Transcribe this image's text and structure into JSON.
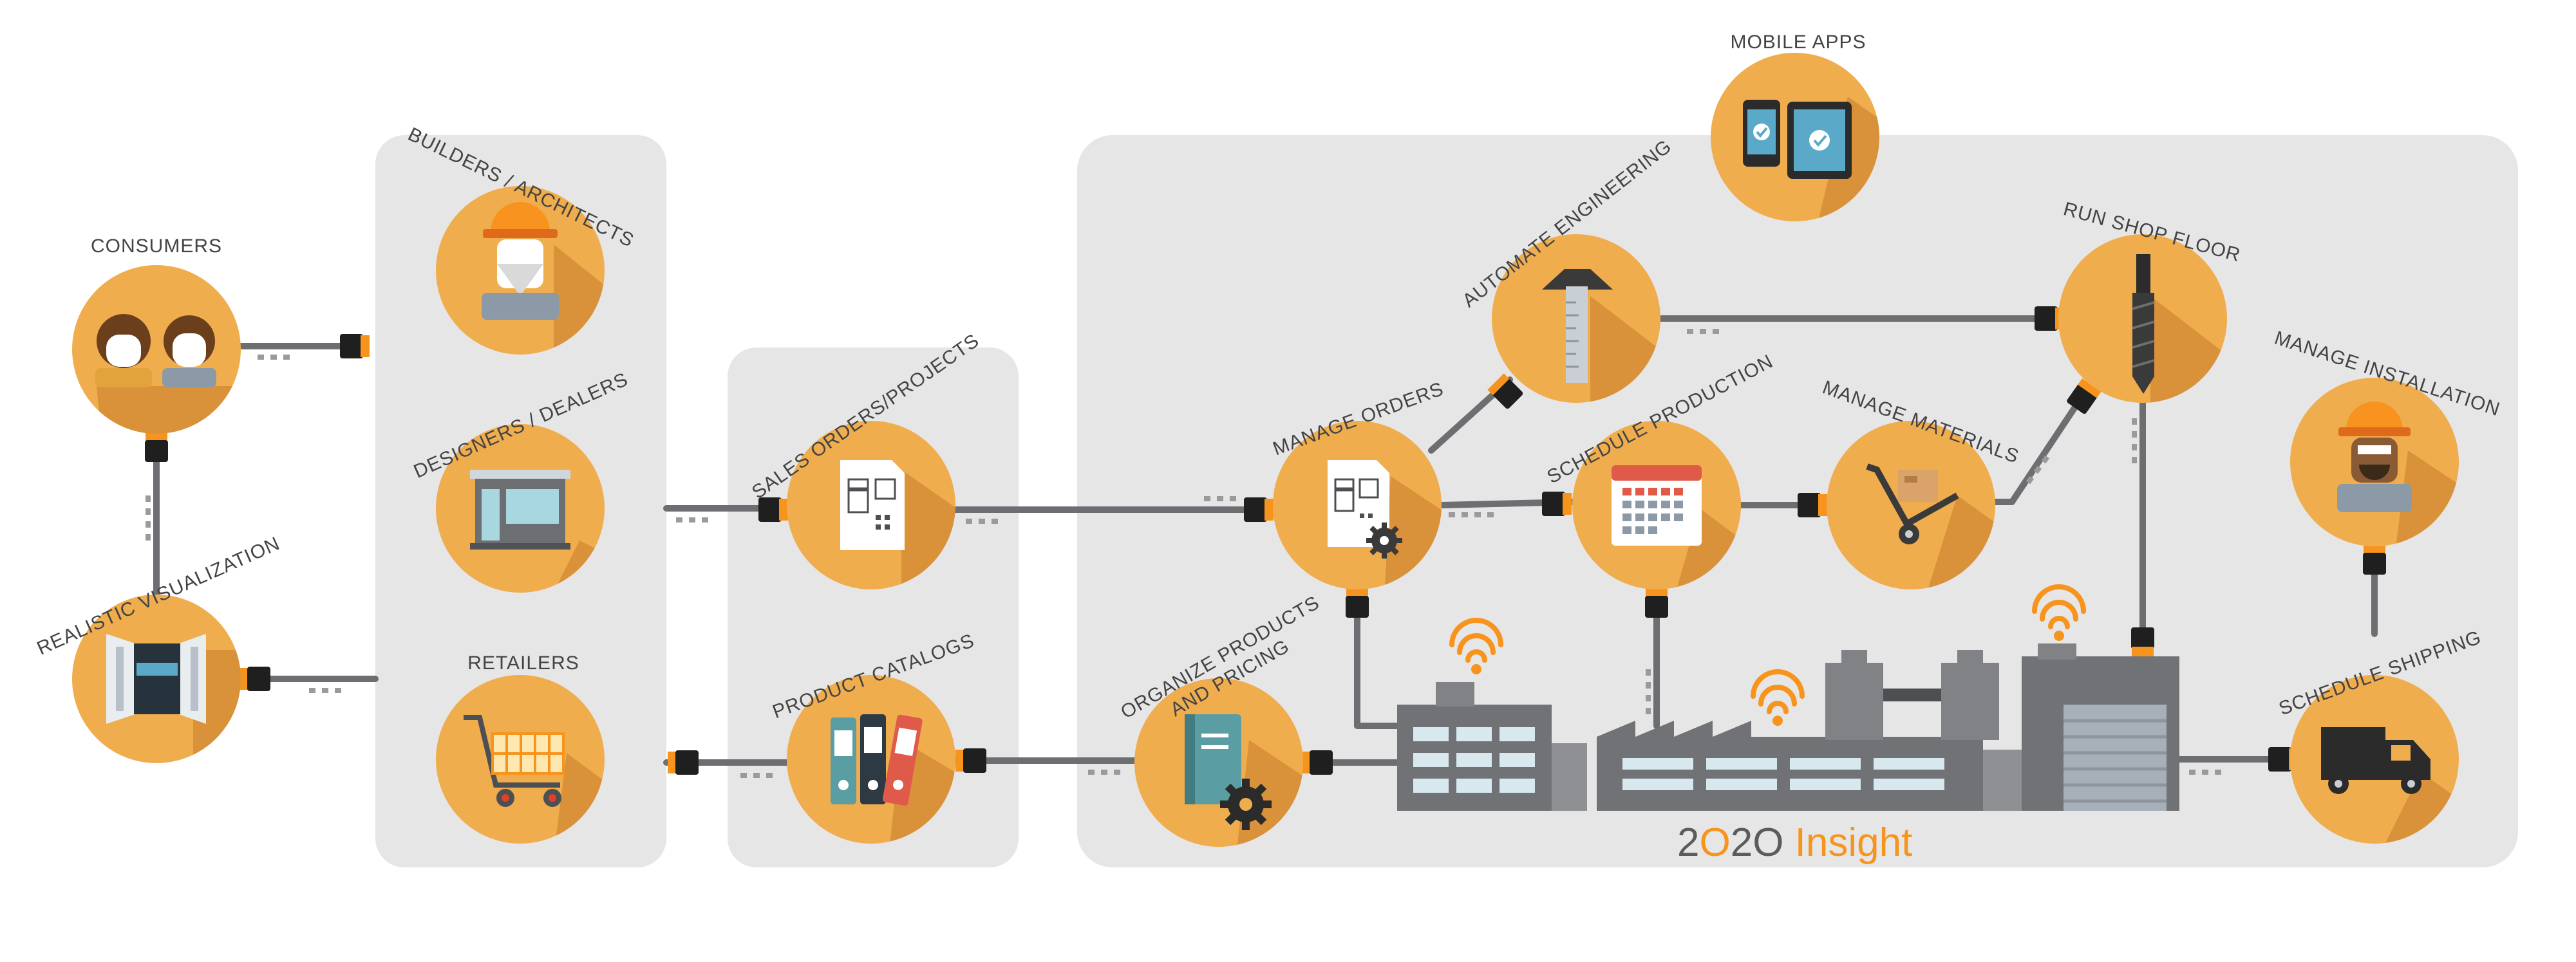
{
  "colors": {
    "panel": "#e6e6e6",
    "circle": "#f0ad4e",
    "circle_shadow": "#d9913a",
    "connector_line": "#6d6e71",
    "connector_plug": "#1f1f1f",
    "connector_accent": "#f7941d",
    "factory": "#707276",
    "brand_gray": "#5b5b5b",
    "brand_orange": "#f7941d"
  },
  "nodes": {
    "consumers": {
      "label": "CONSUMERS",
      "icon": "people-icon"
    },
    "realistic_visualization": {
      "label": "REALISTIC VISUALIZATION",
      "icon": "vr-headset-icon"
    },
    "builders_architects": {
      "label": "BUILDERS / ARCHITECTS",
      "icon": "hard-hat-worker-icon"
    },
    "designers_dealers": {
      "label": "DESIGNERS / DEALERS",
      "icon": "storefront-icon"
    },
    "retailers": {
      "label": "RETAILERS",
      "icon": "shopping-cart-icon"
    },
    "sales_orders": {
      "label": "SALES ORDERS/PROJECTS",
      "icon": "document-icon"
    },
    "product_catalogs": {
      "label": "PRODUCT CATALOGS",
      "icon": "binders-icon"
    },
    "mobile_apps": {
      "label": "MOBILE APPS",
      "icon": "mobile-devices-icon"
    },
    "automate_engineering": {
      "label": "AUTOMATE ENGINEERING",
      "icon": "t-square-ruler-icon"
    },
    "run_shop_floor": {
      "label": "RUN SHOP FLOOR",
      "icon": "drill-bit-icon"
    },
    "manage_orders": {
      "label": "MANAGE ORDERS",
      "icon": "document-gear-icon"
    },
    "schedule_production": {
      "label": "SCHEDULE PRODUCTION",
      "icon": "calendar-icon"
    },
    "manage_materials": {
      "label": "MANAGE MATERIALS",
      "icon": "hand-truck-icon"
    },
    "manage_installation": {
      "label": "MANAGE INSTALLATION",
      "icon": "installer-icon"
    },
    "organize_products": {
      "label": "ORGANIZE PRODUCTS",
      "label2": "AND PRICING",
      "icon": "book-gear-icon"
    },
    "schedule_shipping": {
      "label": "SCHEDULE SHIPPING",
      "icon": "truck-icon"
    }
  },
  "brand": {
    "part1": "2",
    "part2": "O",
    "part3": "2O",
    "part4": " Insight"
  }
}
